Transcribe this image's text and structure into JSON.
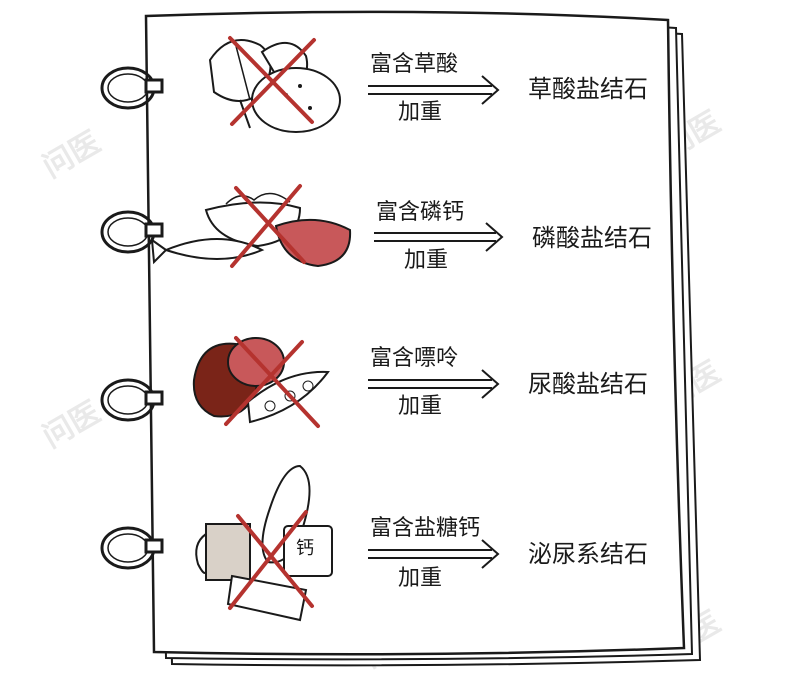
{
  "rows": [
    {
      "food": "spinach-potato",
      "rich_in": "富含草酸",
      "effect": "加重",
      "stone": "草酸盐结石"
    },
    {
      "food": "fish-meat-broth",
      "rich_in": "富含磷钙",
      "effect": "加重",
      "stone": "磷酸盐结石"
    },
    {
      "food": "liver-beans",
      "rich_in": "富含嘌呤",
      "effect": "加重",
      "stone": "尿酸盐结石"
    },
    {
      "food": "sausage-beer-cake-calcium",
      "rich_in": "富含盐糖钙",
      "effect": "加重",
      "stone": "泌尿系结石"
    }
  ],
  "calcium_jar_text": "钙",
  "watermark": "问医",
  "colors": {
    "cross": "#b5332f",
    "ink": "#1a1a1a",
    "paper": "#ffffff",
    "meat": "#c8585a",
    "liver": "#7a2418",
    "beer": "#d9d1c8",
    "watermark": "#e9e9e9"
  }
}
